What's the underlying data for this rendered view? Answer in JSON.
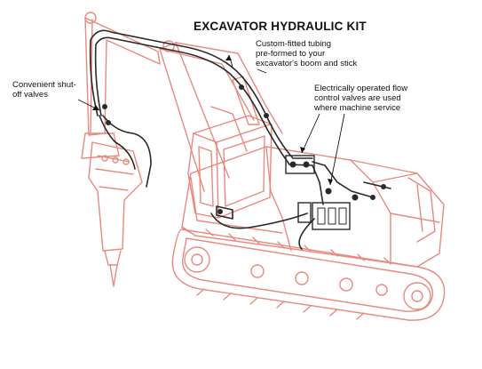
{
  "title": "EXCAVATOR HYDRAULIC KIT",
  "callouts": {
    "tubing": [
      "Custom-fitted tubing",
      "pre-formed to your",
      "excavator's boom and stick"
    ],
    "shutoff": [
      "Convenient shut-",
      "off valves"
    ],
    "valves": [
      "Electrically operated flow",
      "control valves are used",
      "where machine service"
    ]
  },
  "colors": {
    "machine_outline": "#e88a80",
    "hose": "#2a2a2a",
    "text": "#111111"
  }
}
